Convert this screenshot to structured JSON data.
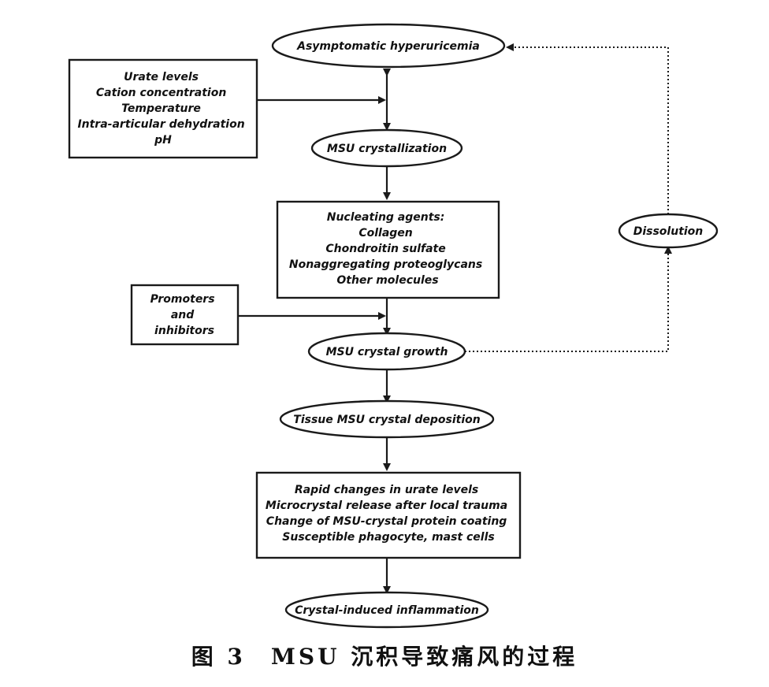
{
  "nodes": {
    "asymptomatic": {
      "lines": [
        "Asymptomatic hyperuricemia"
      ]
    },
    "factors": {
      "lines": [
        "Urate levels",
        "Cation concentration",
        "Temperature",
        "Intra-articular dehydration",
        "pH"
      ]
    },
    "crystallization": {
      "lines": [
        "MSU crystallization"
      ]
    },
    "nucleating": {
      "lines": [
        "Nucleating agents:",
        "Collagen",
        "Chondroitin sulfate",
        "Nonaggregating proteoglycans",
        "Other molecules"
      ]
    },
    "promoters": {
      "lines": [
        "Promoters",
        "and",
        "inhibitors"
      ]
    },
    "growth": {
      "lines": [
        "MSU crystal growth"
      ]
    },
    "dissolution": {
      "lines": [
        "Dissolution"
      ]
    },
    "deposition": {
      "lines": [
        "Tissue MSU crystal deposition"
      ]
    },
    "triggers": {
      "lines": [
        "Rapid changes in urate levels",
        "Microcrystal release after local trauma",
        "Change of MSU-crystal protein coating",
        "Susceptible phagocyte, mast cells"
      ]
    },
    "inflammation": {
      "lines": [
        "Crystal-induced inflammation"
      ]
    }
  },
  "caption": "图 3　MSU 沉积导致痛风的过程"
}
